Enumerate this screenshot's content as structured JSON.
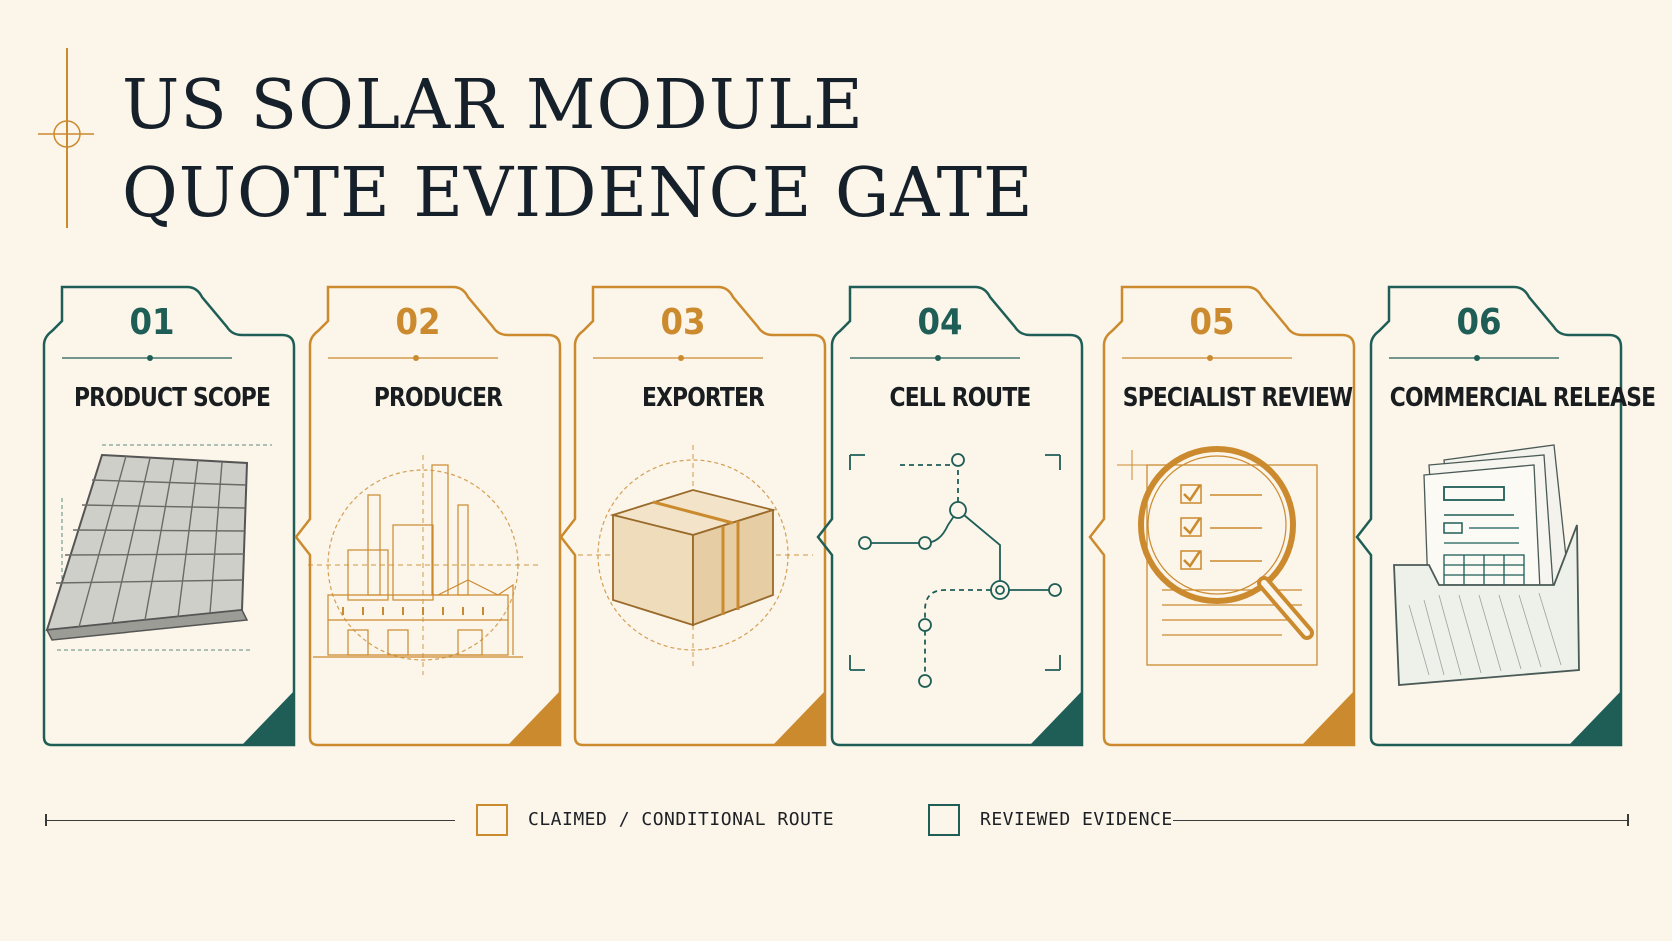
{
  "title": {
    "line1": "US SOLAR MODULE",
    "line2": "QUOTE EVIDENCE GATE"
  },
  "colors": {
    "teal": "#1e5e57",
    "orange": "#cc8a2e",
    "background": "#fbf5ea",
    "ink": "#16202a"
  },
  "steps": [
    {
      "number": "01",
      "label": "PRODUCT SCOPE",
      "status": "reviewed",
      "icon": "solar-panel-icon"
    },
    {
      "number": "02",
      "label": "PRODUCER",
      "status": "claimed",
      "icon": "factory-icon"
    },
    {
      "number": "03",
      "label": "EXPORTER",
      "status": "claimed",
      "icon": "shipping-box-icon"
    },
    {
      "number": "04",
      "label": "CELL ROUTE",
      "status": "reviewed",
      "icon": "route-map-icon"
    },
    {
      "number": "05",
      "label": "SPECIALIST REVIEW",
      "status": "claimed",
      "icon": "magnifier-checklist-icon"
    },
    {
      "number": "06",
      "label": "COMMERCIAL RELEASE",
      "status": "reviewed",
      "icon": "document-folder-icon"
    }
  ],
  "legend": {
    "claimed": "CLAIMED / CONDITIONAL ROUTE",
    "reviewed": "REVIEWED EVIDENCE"
  }
}
